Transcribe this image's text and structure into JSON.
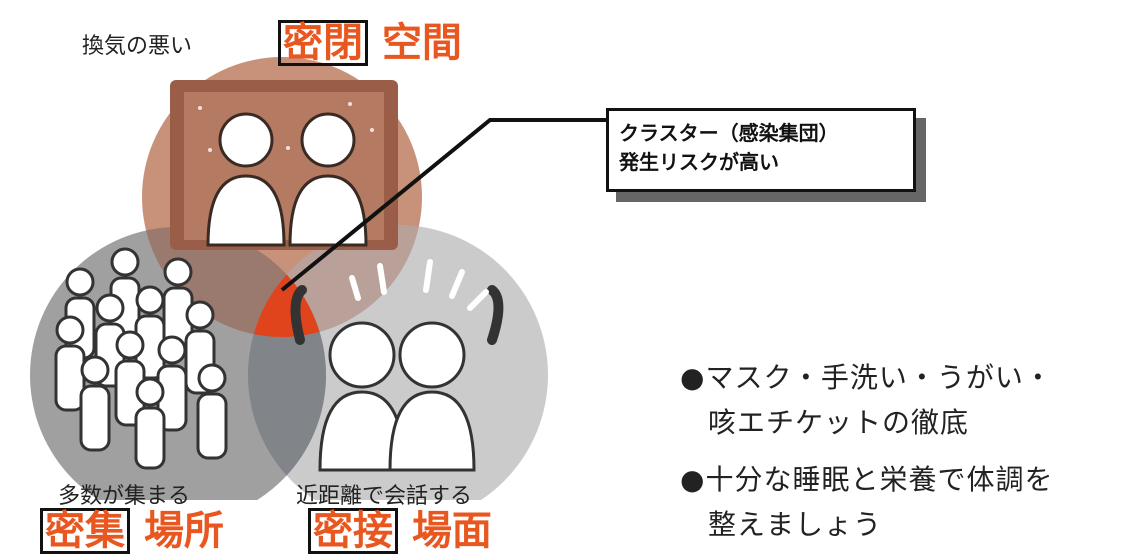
{
  "top": {
    "caption": "換気の悪い",
    "title_boxed": "密閉",
    "title_rest": "空間"
  },
  "left": {
    "caption": "多数が集まる",
    "title_boxed": "密集",
    "title_rest": "場所"
  },
  "right": {
    "caption": "近距離で会話する",
    "title_boxed": "密接",
    "title_rest": "場面"
  },
  "callout": {
    "line1": "クラスター（感染集団）",
    "line2": "発生リスクが高い"
  },
  "tips": {
    "bullet": "●",
    "item1_line1": "マスク・手洗い・うがい・",
    "item1_line2": "咳エチケットの徹底",
    "item2_line1": "十分な睡眠と栄養で体調を",
    "item2_line2": "整えましょう"
  },
  "colors": {
    "accent": "#e8571f",
    "top_circle": "#c8927a",
    "left_circle": "#8f8f8f",
    "right_circle": "#c2c2c2",
    "overlap": "#e0441c"
  }
}
